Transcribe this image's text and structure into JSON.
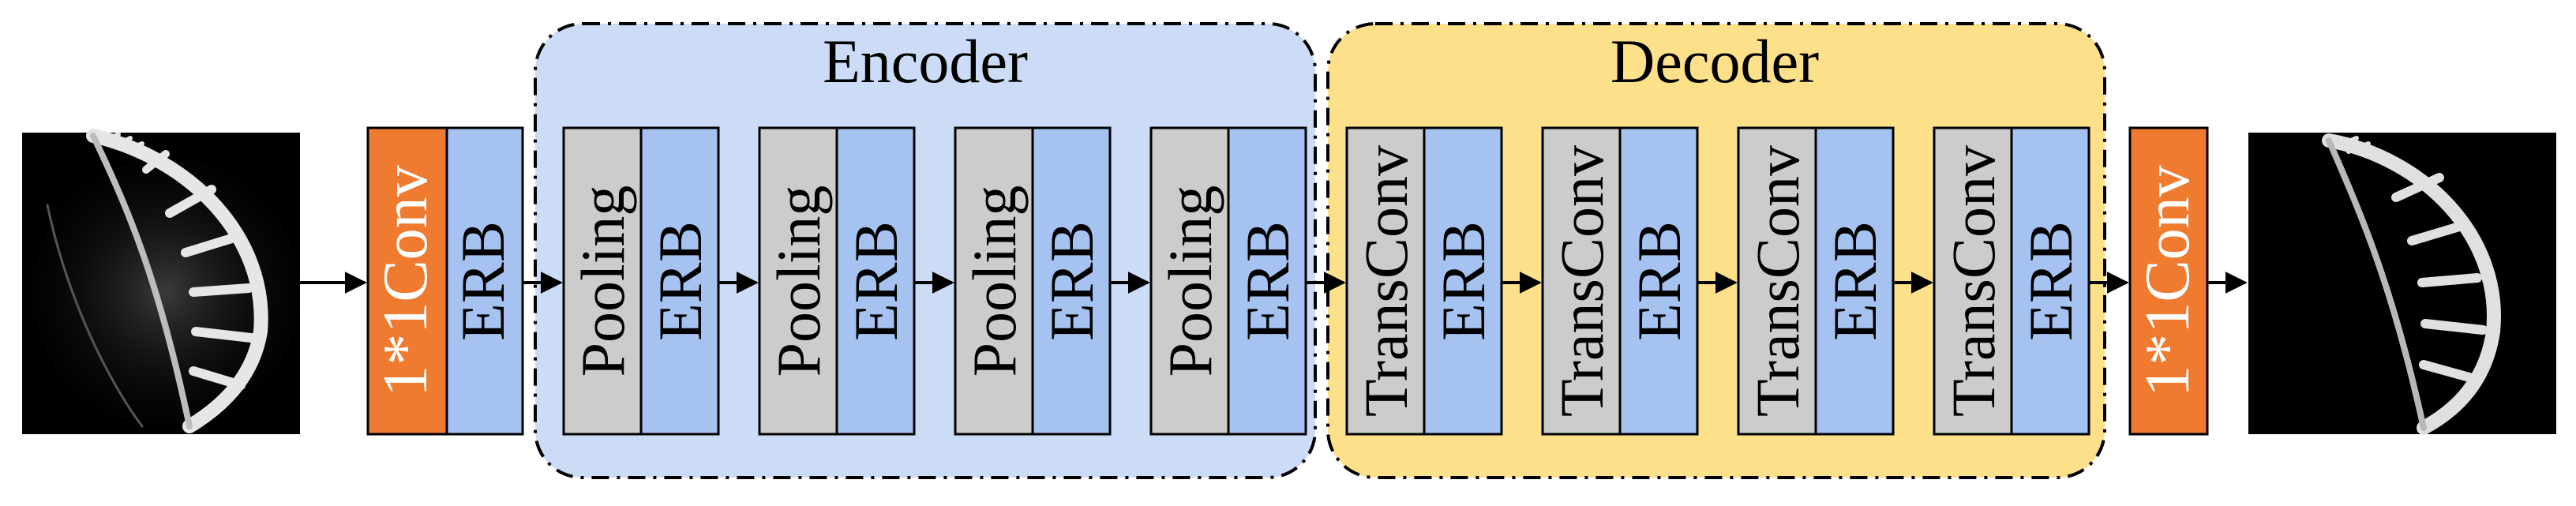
{
  "groups": {
    "encoder": {
      "title": "Encoder",
      "fill": "#ccdcf6"
    },
    "decoder": {
      "title": "Decoder",
      "fill": "#fde08a"
    }
  },
  "colors": {
    "conv": "#ee7b30",
    "erb": "#a6c2f1",
    "pooling": "#cccccc",
    "transconv": "#cccccc",
    "image_bg": "#000000",
    "arrow": "#000000"
  },
  "blocks": {
    "input_conv": "1*1Conv",
    "input_erb": "ERB",
    "enc": [
      {
        "op": "Pooling",
        "erb": "ERB"
      },
      {
        "op": "Pooling",
        "erb": "ERB"
      },
      {
        "op": "Pooling",
        "erb": "ERB"
      },
      {
        "op": "Pooling",
        "erb": "ERB"
      }
    ],
    "dec": [
      {
        "op": "TransConv",
        "erb": "ERB"
      },
      {
        "op": "TransConv",
        "erb": "ERB"
      },
      {
        "op": "TransConv",
        "erb": "ERB"
      },
      {
        "op": "TransConv",
        "erb": "ERB"
      }
    ],
    "output_conv": "1*1Conv"
  },
  "images": {
    "input": {
      "icon": "bone-scan-noisy-image"
    },
    "output": {
      "icon": "bone-scan-clean-image"
    }
  }
}
